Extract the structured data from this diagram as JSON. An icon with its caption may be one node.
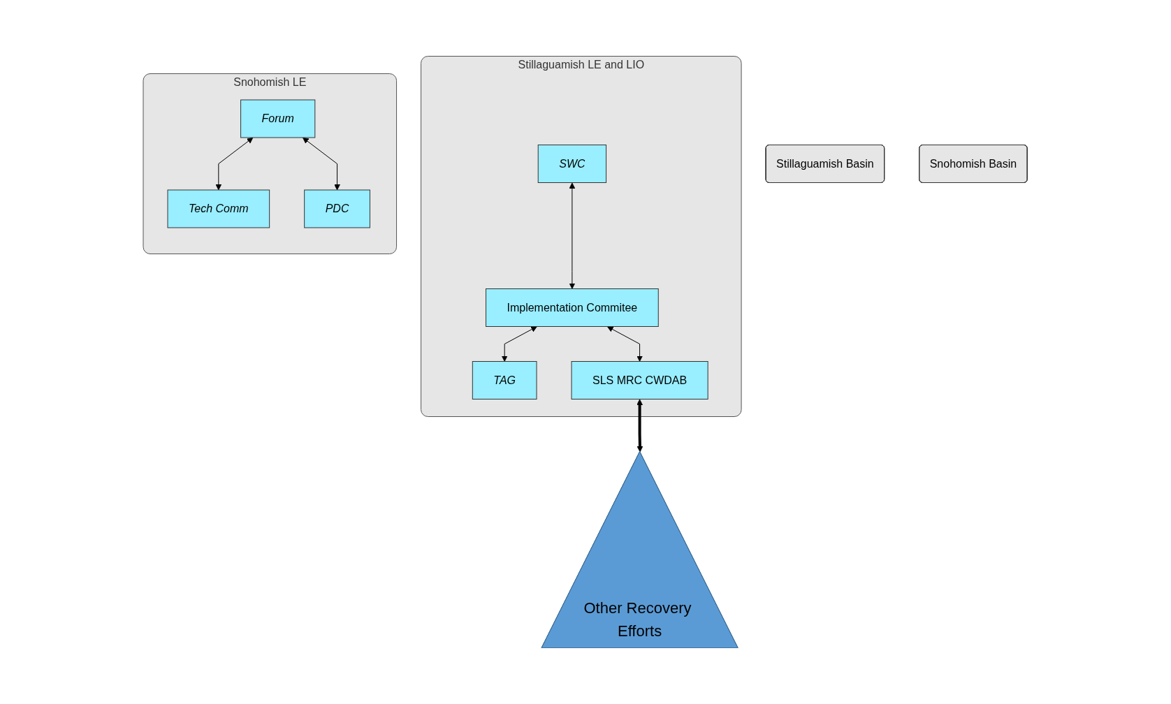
{
  "diagram": {
    "nodes": [
      {
        "text": [
          "Stillaguamish Basin"
        ]
      },
      {
        "text": [
          "Snohomish Basin"
        ]
      },
      {
        "text": [
          "Stillaguamish LE and LIO"
        ]
      },
      {
        "text": [
          "SWC"
        ],
        "in": 2
      },
      {
        "text": [
          "Implementation Commitee"
        ],
        "in": 2
      },
      {
        "text": [
          "TAG"
        ],
        "in": 2
      },
      {
        "text": [
          "SLS MRC CWDAB"
        ],
        "in": 2
      },
      {
        "text": [
          "Snohomish LE"
        ]
      },
      {
        "text": [
          "Forum"
        ],
        "in": 7
      },
      {
        "text": [
          "Tech Comm"
        ],
        "in": 7
      },
      {
        "text": [
          "PDC"
        ],
        "in": 7
      },
      {
        "text": [
          "Other Recovery Efforts"
        ]
      }
    ],
    "edges": [
      {
        "from": 3,
        "to": 4,
        "arrow": "both"
      },
      {
        "from": 4,
        "to": 5,
        "arrow": "both"
      },
      {
        "from": 4,
        "to": 6,
        "arrow": "both"
      },
      {
        "from": 8,
        "to": 9,
        "arrow": "both"
      },
      {
        "from": 8,
        "to": 10,
        "arrow": "both"
      },
      {
        "from": 6,
        "to": 11,
        "arrow": "both",
        "style": "thick"
      }
    ]
  }
}
